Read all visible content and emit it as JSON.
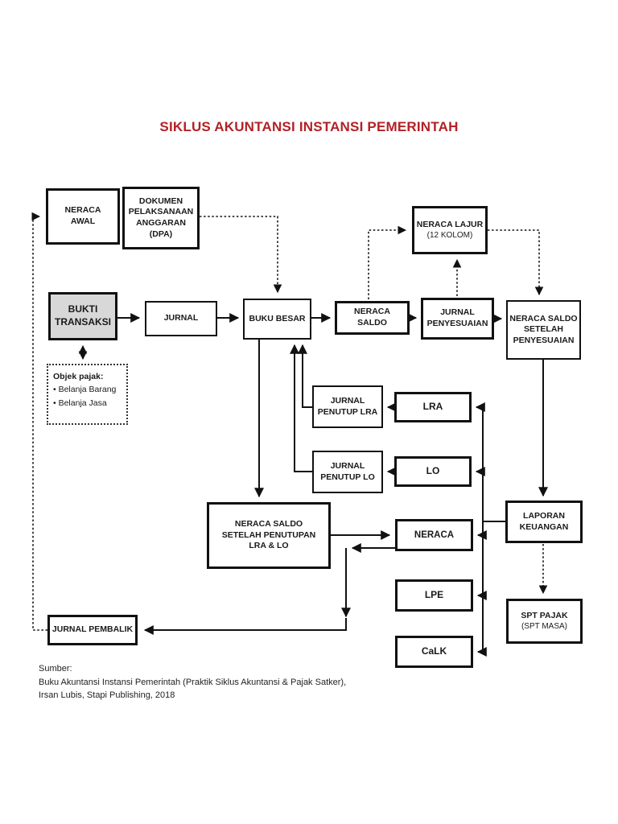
{
  "page": {
    "title": "SIKLUS AKUNTANSI INSTANSI PEMERINTAH",
    "title_color": "#b22126"
  },
  "boxes": {
    "neraca_awal": {
      "label": "NERACA\nAWAL"
    },
    "dpa": {
      "label": "DOKUMEN\nPELAKSANAAN\nANGGARAN (DPA)"
    },
    "neraca_lajur": {
      "label": "NERACA  LAJUR",
      "sub": "(12 KOLOM)"
    },
    "bukti_transaksi": {
      "label": "BUKTI\nTRANSAKSI",
      "fill": "#d8d8d8"
    },
    "jurnal": {
      "label": "JURNAL"
    },
    "buku_besar": {
      "label": "BUKU BESAR"
    },
    "neraca_saldo": {
      "label": "NERACA SALDO"
    },
    "jurnal_penyesuaian": {
      "label": "JURNAL\nPENYESUAIAN"
    },
    "nss_penyesuaian": {
      "label": "NERACA SALDO\nSETELAH\nPENYESUAIAN"
    },
    "jurnal_penutup_lra": {
      "label": "JURNAL\nPENUTUP LRA"
    },
    "lra": {
      "label": "LRA"
    },
    "jurnal_penutup_lo": {
      "label": "JURNAL\nPENUTUP LO"
    },
    "lo": {
      "label": "LO"
    },
    "nss_penutupan": {
      "label": "NERACA SALDO\nSETELAH PENUTUPAN\nLRA & LO"
    },
    "neraca": {
      "label": "NERACA"
    },
    "laporan_keuangan": {
      "label": "LAPORAN\nKEUANGAN"
    },
    "lpe": {
      "label": "LPE"
    },
    "spt_pajak": {
      "label": "SPT PAJAK",
      "sub": "(SPT MASA)"
    },
    "calk": {
      "label": "CaLK"
    },
    "jurnal_pembalik": {
      "label": "JURNAL PEMBALIK"
    }
  },
  "objek_pajak": {
    "header": "Objek pajak:",
    "items": [
      "• Belanja Barang",
      "• Belanja Jasa"
    ]
  },
  "edges": [
    {
      "from": "bukti_transaksi",
      "to": "jurnal",
      "style": "solid"
    },
    {
      "from": "jurnal",
      "to": "buku_besar",
      "style": "solid"
    },
    {
      "from": "buku_besar",
      "to": "neraca_saldo",
      "style": "solid"
    },
    {
      "from": "neraca_saldo",
      "to": "jurnal_penyesuaian",
      "style": "solid"
    },
    {
      "from": "jurnal_penyesuaian",
      "to": "nss_penyesuaian",
      "style": "solid"
    },
    {
      "from": "nss_penyesuaian",
      "to": "laporan_keuangan",
      "style": "solid"
    },
    {
      "from": "laporan_keuangan",
      "to": "lra",
      "style": "solid"
    },
    {
      "from": "laporan_keuangan",
      "to": "lo",
      "style": "solid"
    },
    {
      "from": "laporan_keuangan",
      "to": "neraca",
      "style": "solid"
    },
    {
      "from": "laporan_keuangan",
      "to": "lpe",
      "style": "solid"
    },
    {
      "from": "laporan_keuangan",
      "to": "calk",
      "style": "solid"
    },
    {
      "from": "lra",
      "to": "jurnal_penutup_lra",
      "style": "solid"
    },
    {
      "from": "lo",
      "to": "jurnal_penutup_lo",
      "style": "solid"
    },
    {
      "from": "jurnal_penutup_lra",
      "to": "buku_besar",
      "style": "solid"
    },
    {
      "from": "jurnal_penutup_lo",
      "to": "buku_besar",
      "style": "solid"
    },
    {
      "from": "buku_besar",
      "to": "nss_penutupan",
      "style": "solid"
    },
    {
      "from": "nss_penutupan",
      "to": "neraca",
      "style": "solid"
    },
    {
      "from": "neraca",
      "to": "jurnal_pembalik",
      "style": "solid"
    },
    {
      "from": "jurnal_pembalik",
      "to": "neraca_awal",
      "style": "dotted"
    },
    {
      "from": "dpa",
      "to": "buku_besar",
      "style": "dotted"
    },
    {
      "from": "bukti_transaksi",
      "to": "objek_pajak",
      "style": "dotted-bidirectional"
    },
    {
      "from": "neraca_saldo",
      "to": "neraca_lajur",
      "style": "dotted"
    },
    {
      "from": "jurnal_penyesuaian",
      "to": "neraca_lajur",
      "style": "dotted"
    },
    {
      "from": "neraca_lajur",
      "to": "nss_penyesuaian",
      "style": "dotted"
    },
    {
      "from": "laporan_keuangan",
      "to": "spt_pajak",
      "style": "dotted"
    }
  ],
  "source": {
    "label": "Sumber:",
    "line1": "Buku Akuntansi Instansi Pemerintah (Praktik Siklus Akuntansi & Pajak Satker),",
    "line2": "Irsan Lubis, Stapi Publishing, 2018"
  }
}
